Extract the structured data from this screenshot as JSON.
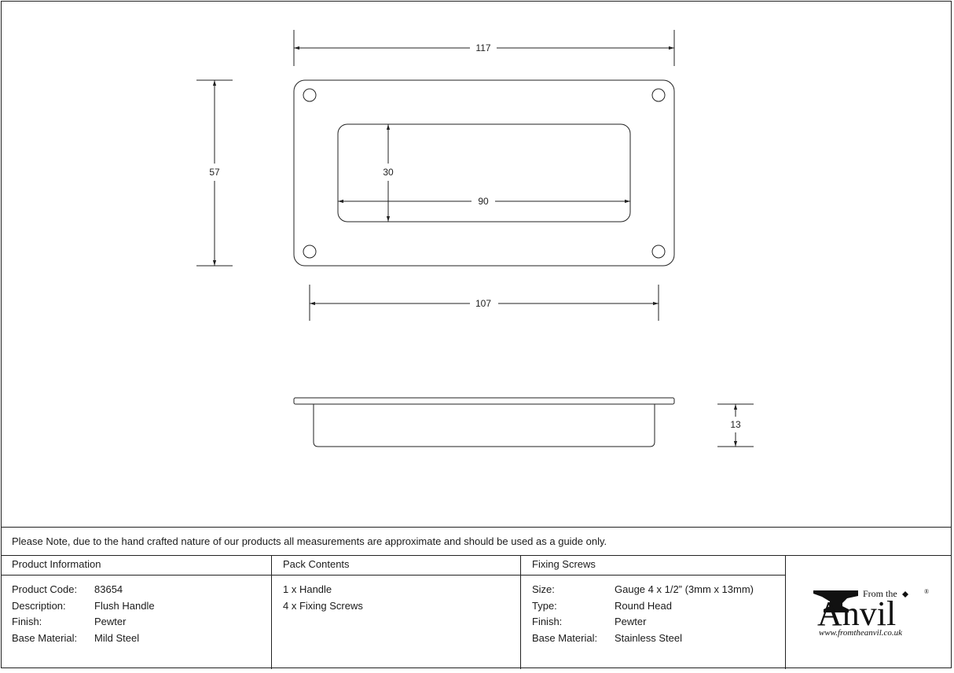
{
  "dimensions": {
    "overall_width": "117",
    "overall_height": "57",
    "inner_width": "90",
    "inner_height": "30",
    "hole_spacing": "107",
    "depth": "13"
  },
  "note": "Please Note, due to the hand crafted nature of our products all measurements are approximate and should be used as a guide only.",
  "product_information": {
    "heading": "Product Information",
    "rows": [
      {
        "key": "Product Code:",
        "value": "83654"
      },
      {
        "key": "Description:",
        "value": "Flush Handle"
      },
      {
        "key": "Finish:",
        "value": "Pewter"
      },
      {
        "key": "Base Material:",
        "value": "Mild Steel"
      }
    ]
  },
  "pack_contents": {
    "heading": "Pack Contents",
    "items": [
      "1 x Handle",
      "4 x Fixing Screws"
    ]
  },
  "fixing_screws": {
    "heading": "Fixing Screws",
    "rows": [
      {
        "key": "Size:",
        "value": "Gauge 4 x 1/2” (3mm x 13mm)"
      },
      {
        "key": "Type:",
        "value": "Round Head"
      },
      {
        "key": "Finish:",
        "value": "Pewter"
      },
      {
        "key": "Base Material:",
        "value": "Stainless Steel"
      }
    ]
  },
  "logo": {
    "from_the": "From the",
    "brand": "Anvil",
    "registered": "®",
    "url": "www.fromtheanvil.co.uk"
  }
}
